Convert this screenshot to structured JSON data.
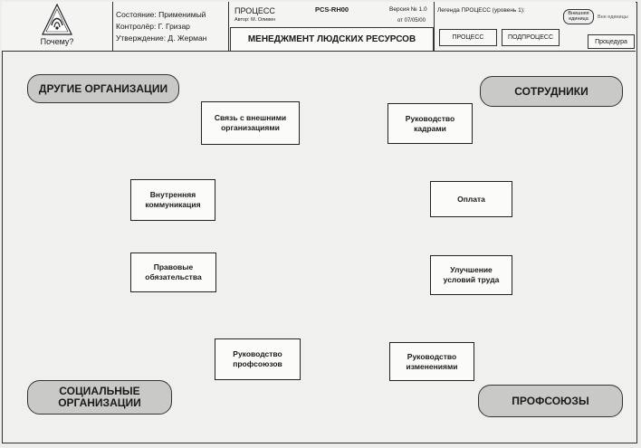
{
  "header": {
    "why_label": "Почему?",
    "status": "Состояние: Применимый",
    "controller": "Контролёр: Г. Гризар",
    "approval": "Утверждение: Д. Жерман",
    "process_label": "ПРОЦЕСС",
    "process_code": "PCS-RH00",
    "author": "Автор: М. Оливен",
    "version": "Версия № 1.0",
    "date": "от 07/05/00",
    "title": "МЕНЕДЖМЕНТ ЛЮДСКИХ РЕСУРСОВ",
    "legend_title": "Легенда ПРОЦЕСС (уровень 1):",
    "legend_external": "Внешняя\nединица",
    "legend_outside": "Вне единицы",
    "btn_process": "ПРОЦЕСС",
    "btn_subprocess": "ПОДПРОЦЕСС",
    "btn_procedure": "Процедура"
  },
  "nodes": {
    "external_relations": "Связь с внешними\nорганизациями",
    "hr_management": "Руководство\nкадрами",
    "internal_comms": "Внутренняя\nкоммуникация",
    "pay": "Оплата",
    "legal": "Правовые\nобязательства",
    "working_conditions": "Улучшение\nусловий труда",
    "union_management": "Руководство\nпрофсоюзов",
    "change_management": "Руководство\nизменениями"
  },
  "actors": {
    "other_orgs": "ДРУГИЕ ОРГАНИЗАЦИИ",
    "employees": "СОТРУДНИКИ",
    "social_orgs": "СОЦИАЛЬНЫЕ\nОРГАНИЗАЦИИ",
    "unions": "ПРОФСОЮЗЫ"
  },
  "colors": {
    "actor_fill": "#c9c9c7",
    "box_fill": "#fbfbf9",
    "line": "#222222"
  },
  "icons": {
    "logo": "triangle-logo-icon"
  }
}
